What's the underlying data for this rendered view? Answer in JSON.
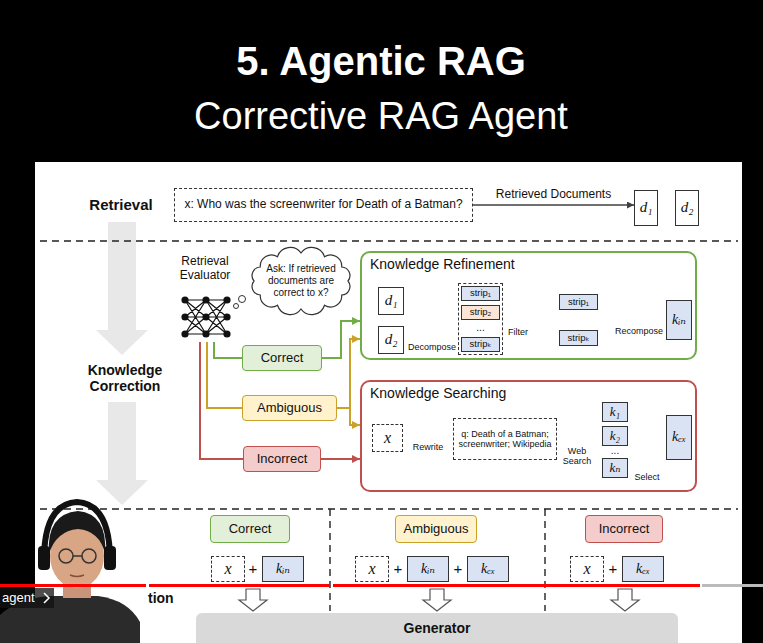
{
  "diagram": {
    "title": "5. Agentic RAG",
    "nodes": [
      {
        "text": [
          "x: Who was the screenwriter for Death of a Batman?"
        ]
      },
      {
        "text": [
          "d₁"
        ]
      },
      {
        "text": [
          "d₂"
        ]
      },
      {
        "text": [
          "Retrieval Evaluator"
        ]
      },
      {
        "text": [
          "Ask: If retrieved documents are correct to x?"
        ]
      },
      {
        "text": [
          "Knowledge Refinement"
        ]
      },
      {
        "text": [
          "d₁"
        ],
        "in": 5
      },
      {
        "text": [
          "d₂"
        ],
        "in": 5
      },
      {
        "text": [
          "..."
        ],
        "in": 5
      },
      {
        "text": [
          "strip₁"
        ],
        "in": 8
      },
      {
        "text": [
          "strip₂"
        ],
        "in": 8
      },
      {
        "text": [
          "stripₖ"
        ],
        "in": 8
      },
      {
        "text": [
          "strip₁"
        ],
        "in": 5
      },
      {
        "text": [
          "stripₖ"
        ],
        "in": 5
      },
      {
        "text": [
          "kᵢₙ"
        ],
        "in": 5
      },
      {
        "text": [
          "Correct"
        ]
      },
      {
        "text": [
          "Ambiguous"
        ]
      },
      {
        "text": [
          "Incorrect"
        ]
      },
      {
        "text": [
          "Knowledge Searching"
        ]
      },
      {
        "text": [
          "x"
        ],
        "in": 18
      },
      {
        "text": [
          "q: Death of a Batman; screenwriter; Wikipedia"
        ],
        "in": 18
      },
      {
        "text": [
          "k₁"
        ],
        "in": 18
      },
      {
        "text": [
          "k₂"
        ],
        "in": 18
      },
      {
        "text": [
          "kₙ"
        ],
        "in": 18
      },
      {
        "text": [
          "kₑₓ"
        ],
        "in": 18
      },
      {
        "text": [
          "Correct"
        ]
      },
      {
        "text": [
          "Ambiguous"
        ]
      },
      {
        "text": [
          "Incorrect"
        ]
      },
      {
        "text": [
          "x"
        ]
      },
      {
        "text": [
          "kᵢₙ"
        ]
      },
      {
        "text": [
          "x"
        ]
      },
      {
        "text": [
          "kᵢₙ"
        ]
      },
      {
        "text": [
          "kₑₓ"
        ]
      },
      {
        "text": [
          "x"
        ]
      },
      {
        "text": [
          "kₑₓ"
        ]
      },
      {
        "text": [
          "Generator"
        ]
      }
    ],
    "edges": [
      {
        "from": 0,
        "to": 1,
        "label": "Retrieved Documents",
        "arrow": "to"
      },
      {
        "from": 3,
        "to": 15,
        "arrow": "none"
      },
      {
        "from": 3,
        "to": 16,
        "arrow": "none"
      },
      {
        "from": 3,
        "to": 17,
        "arrow": "none"
      },
      {
        "from": 15,
        "to": 5,
        "arrow": "to"
      },
      {
        "from": 16,
        "to": 5,
        "arrow": "to"
      },
      {
        "from": 16,
        "to": 18,
        "arrow": "to"
      },
      {
        "from": 17,
        "to": 18,
        "arrow": "to"
      },
      {
        "from": 6,
        "to": 8,
        "arrow": "to"
      },
      {
        "from": 7,
        "to": 8,
        "arrow": "to"
      },
      {
        "from": 8,
        "to": 12,
        "arrow": "to"
      },
      {
        "from": 8,
        "to": 13,
        "arrow": "to"
      },
      {
        "from": 12,
        "to": 14,
        "arrow": "to"
      },
      {
        "from": 13,
        "to": 14,
        "arrow": "to"
      },
      {
        "from": 19,
        "to": 20,
        "label": "Rewrite",
        "arrow": "to"
      },
      {
        "from": 20,
        "to": 21,
        "arrow": "to"
      },
      {
        "from": 20,
        "to": 22,
        "arrow": "to"
      },
      {
        "from": 20,
        "to": 23,
        "arrow": "to"
      },
      {
        "from": 21,
        "to": 24,
        "arrow": "to"
      },
      {
        "from": 22,
        "to": 24,
        "arrow": "to"
      },
      {
        "from": 23,
        "to": 24,
        "arrow": "to"
      }
    ],
    "labels": [
      "Corrective RAG Agent",
      "Retrieval",
      "Knowledge Correction",
      "Decompose",
      "Filter",
      "Recompose",
      "...",
      "Web Search",
      "Select",
      "+",
      "+",
      "+",
      "+",
      "tion",
      "agent"
    ]
  }
}
